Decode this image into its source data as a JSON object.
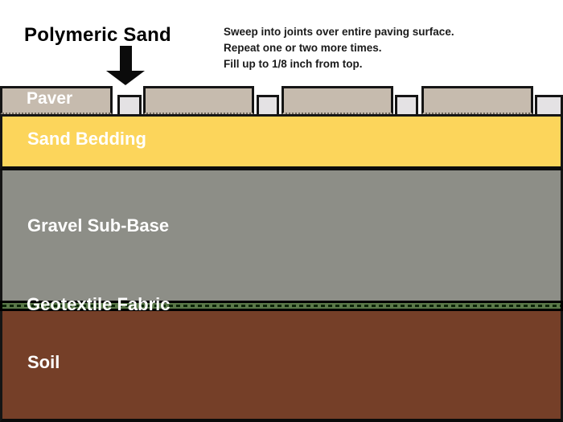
{
  "diagram": {
    "title": "Polymeric Sand",
    "instructions": [
      "Sweep into joints over entire paving surface.",
      "Repeat one or two more times.",
      "Fill up to 1/8 inch from top."
    ],
    "labels": {
      "paver": "Paver",
      "sand_bedding": "Sand Bedding",
      "gravel_sub_base": "Gravel Sub-Base",
      "geotextile_fabric": "Geotextile Fabric",
      "soil": "Soil"
    }
  },
  "colors": {
    "paver": "#c6bbae",
    "joint_sand": "#e4e2e4",
    "sand_bedding": "#fcd55b",
    "gravel": "#8d8e87",
    "geotextile": "#5a7849",
    "soil": "#753f28",
    "outline": "#151515",
    "label_text": "#ffffff",
    "annotation_text": "#000000"
  }
}
